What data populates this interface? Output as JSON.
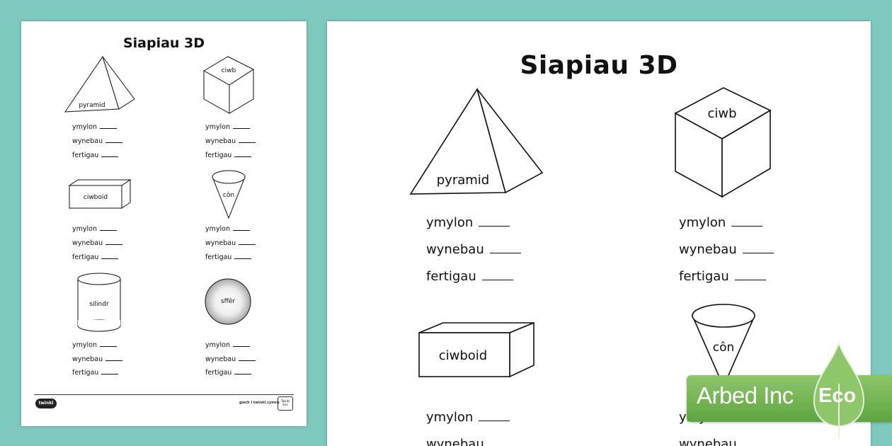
{
  "worksheet": {
    "title": "Siapiau 3D",
    "question_labels": {
      "edges": "ymylon",
      "faces": "wynebau",
      "vertices": "fertigau"
    },
    "shapes": {
      "pyramid": "pyramid",
      "cube": "ciwb",
      "cuboid": "ciwboid",
      "cone": "côn",
      "cylinder": "silindr",
      "sphere": "sffêr"
    }
  },
  "footer": {
    "brand": "twinkl",
    "text": "gwch i twinkl.cymru",
    "badge": "Twinkl Eco"
  },
  "eco_badge": {
    "name": "Arbed Inc",
    "label": "Eco"
  },
  "colors": {
    "background": "#7fc8bf",
    "eco_green": "#6fb24c"
  }
}
